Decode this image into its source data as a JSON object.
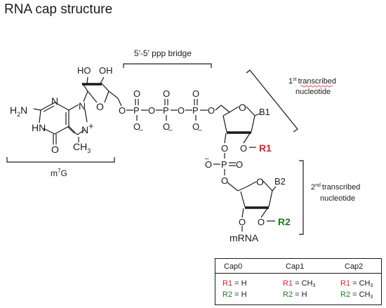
{
  "title": "RNA cap structure",
  "labels": {
    "bridge": "5′-5′ ppp bridge",
    "first_nt_line1": "1st transcribed",
    "first_nt_sup": "st",
    "first_nt_l1a": "1",
    "first_nt_l1b": "transcribed",
    "first_nt_line2": "nucleotide",
    "second_nt_l1a": "2",
    "second_nt_sup": "nd",
    "second_nt_l1b": "transcribed",
    "second_nt_line2": "nucleotide",
    "m7g_m": "m",
    "m7g_sup": "7",
    "m7g_g": "G"
  },
  "atoms": {
    "ho": "HO",
    "oh": "OH",
    "h2n_h": "H",
    "h2n_2": "2",
    "h2n_n": "N",
    "n": "N",
    "hn": "HN",
    "o": "O",
    "ch3_ch": "CH",
    "ch3_3": "3",
    "plus": "+",
    "p": "P",
    "o_minus": "–",
    "b1": "B1",
    "b2": "B2",
    "r1": "R1",
    "r2": "R2",
    "mrna": "mRNA"
  },
  "colors": {
    "red": "#e0212c",
    "green": "#1f7a1f",
    "ink": "#1a1a1a"
  },
  "cap_table": {
    "columns": [
      {
        "header": "Cap0",
        "r1_label": "R1",
        "r1_value": "= H",
        "r1_sub": "",
        "r2_label": "R2",
        "r2_value": "= H",
        "r2_sub": ""
      },
      {
        "header": "Cap1",
        "r1_label": "R1",
        "r1_value": "= CH",
        "r1_sub": "3",
        "r2_label": "R2",
        "r2_value": "= H",
        "r2_sub": ""
      },
      {
        "header": "Cap2",
        "r1_label": "R1",
        "r1_value": "= CH",
        "r1_sub": "3",
        "r2_label": "R2",
        "r2_value": "= CH",
        "r2_sub": "3"
      }
    ]
  }
}
